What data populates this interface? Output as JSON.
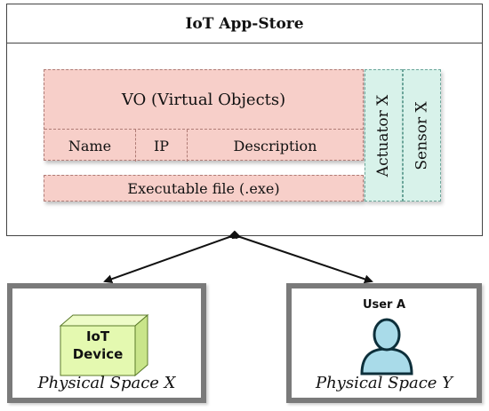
{
  "store": {
    "title": "IoT App-Store"
  },
  "vo": {
    "title": "VO (Virtual Objects)",
    "fields": [
      "Name",
      "IP",
      "Description"
    ]
  },
  "exe": {
    "label": "Executable file (.exe)"
  },
  "actuator": {
    "label": "Actuator X"
  },
  "sensor": {
    "label": "Sensor X"
  },
  "space_x": {
    "label": "Physical Space X",
    "device_line1": "IoT",
    "device_line2": "Device"
  },
  "space_y": {
    "label": "Physical Space Y",
    "user_label": "User A"
  },
  "colors": {
    "vo_fill": "#f7cfc9",
    "side_fill": "#d8f2ea",
    "device_fill": "#e4f9b0",
    "user_fill": "#a9dbe9"
  },
  "icons": {
    "device": "cube-icon",
    "user": "user-icon"
  }
}
